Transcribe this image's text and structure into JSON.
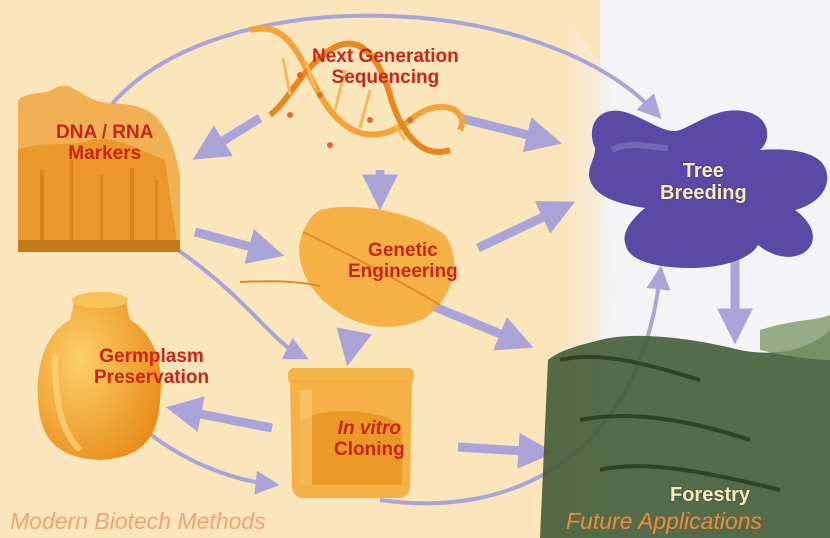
{
  "nodes": {
    "ngs": {
      "line1": "Next Generation",
      "line2": "Sequencing"
    },
    "markers": {
      "line1": "DNA / RNA",
      "line2": "Markers"
    },
    "genetic": {
      "line1": "Genetic",
      "line2": "Engineering"
    },
    "germplasm": {
      "line1": "Germplasm",
      "line2": "Preservation"
    },
    "cloning": {
      "line1": "In vitro",
      "line2": "Cloning"
    },
    "breeding": {
      "line1": "Tree",
      "line2": "Breeding"
    },
    "forestry": {
      "line1": "Forestry"
    }
  },
  "footer": {
    "left": "Modern Biotech Methods",
    "right": "Future Applications"
  },
  "colors": {
    "label_red": "#cc2418",
    "label_light": "#f3edb4",
    "arrow": "#a9a3d8",
    "background_left": "#fbe3b6",
    "background_right": "#f4f3f7",
    "footer_left": "#f0a374",
    "footer_right": "#f08a3a",
    "tree_breeding_blob": "#5a4aa6",
    "forestry_foliage": "#45603a"
  }
}
